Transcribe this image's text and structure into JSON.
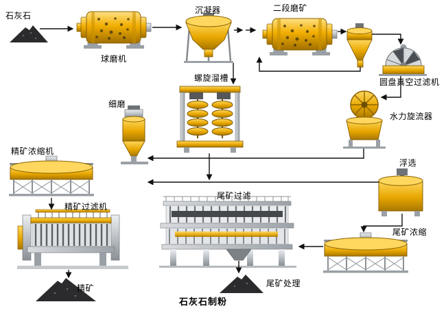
{
  "diagram": {
    "title": "石灰石制粉",
    "nodes": {
      "limestone": "石灰石",
      "ball_mill": "球磨机",
      "settler": "沉凝器",
      "secondary_grinding": "二段磨矿",
      "spiral_chute": "螺旋溜槽",
      "disc_vacuum_filter": "圆盘真空过滤机",
      "hydrocyclone": "水力旋流器",
      "fine_grinding": "细磨",
      "concentrate_thickener": "精矿浓缩机",
      "flotation": "浮选",
      "concentrate_filter": "精矿过滤机",
      "tailings_filter": "尾矿过滤",
      "tailings_thickener": "尾矿浓缩",
      "concentrate": "精矿",
      "tailings_treatment": "尾矿处理"
    },
    "colors": {
      "equipment_gold": "#F2AE00",
      "equipment_gray": "#BCC1C6",
      "pile_dark": "#2B2B2E",
      "flow_line": "#101010"
    }
  }
}
